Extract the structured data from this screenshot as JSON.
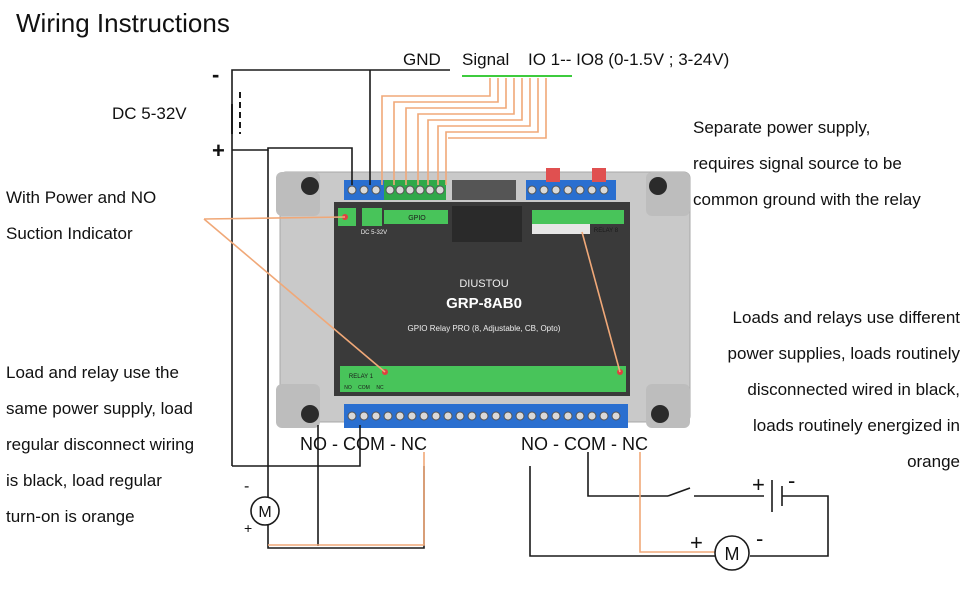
{
  "title": "Wiring Instructions",
  "power_label": "DC 5-32V",
  "minus_sign": "-",
  "plus_sign": "+",
  "top_labels": {
    "gnd": "GND",
    "signal": "Signal",
    "io": "IO 1-- IO8 (0-1.5V ; 3-24V)"
  },
  "indicator_note": [
    "With Power and NO",
    "Suction Indicator"
  ],
  "separate_supply_note": [
    "Separate power supply,",
    "requires signal source to be",
    "common ground with the relay"
  ],
  "different_supply_note": [
    "Loads and relays use different",
    "power supplies, loads routinely",
    "disconnected wired in black,",
    "loads routinely energized in",
    "orange"
  ],
  "same_supply_note": [
    "Load and relay use the",
    "same power supply, load",
    "regular disconnect wiring",
    "is black, load regular",
    "turn-on is orange"
  ],
  "terminal_label": "NO - COM - NC",
  "motor_symbol": "M",
  "board": {
    "brand": "DIUSTOU",
    "model": "GRP-8AB0",
    "subtitle": "GPIO Relay PRO (8, Adjustable, CB, Opto)",
    "power_header": "DC 5-32V",
    "gpio_header": "GPIO",
    "relay1": "RELAY 1",
    "relay8": "RELAY 8",
    "pin_labels": [
      "NO",
      "COM",
      "NC"
    ]
  },
  "colors": {
    "wire_black": "#1a1a1a",
    "wire_orange": "#f0a878",
    "signal_green": "#3ecb3e",
    "board_body": "#c8c8c8",
    "board_panel": "#3a3a3a",
    "terminal_blue": "#2a6fd0",
    "terminal_green": "#2fa84a",
    "header_green": "#48c45a"
  }
}
